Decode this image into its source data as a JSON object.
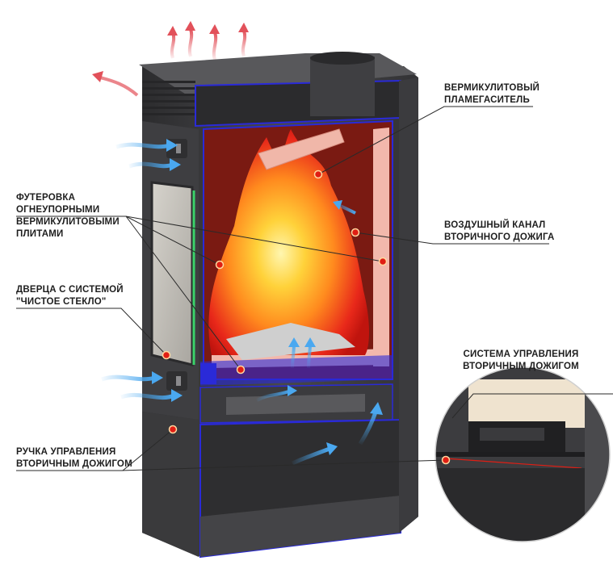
{
  "labels": {
    "vermiculite_damper": [
      "ВЕРМИКУЛИТОВЫЙ",
      "ПЛАМЕГАСИТЕЛЬ"
    ],
    "refractory_lining": [
      "ФУТЕРОВКА",
      "ОГНЕУПОРНЫМИ",
      "ВЕРМИКУЛИТОВЫМИ",
      "ПЛИТАМИ"
    ],
    "secondary_air_channel": [
      "ВОЗДУШНЫЙ КАНАЛ",
      "ВТОРИЧНОГО ДОЖИГА"
    ],
    "clean_glass_door": [
      "ДВЕРЦА С СИСТЕМОЙ",
      "\"ЧИСТОЕ СТЕКЛО\""
    ],
    "secondary_burn_control": [
      "СИСТЕМА УПРАВЛЕНИЯ",
      "ВТОРИЧНЫМ ДОЖИГОМ"
    ],
    "secondary_burn_handle": [
      "РУЧКА УПРАВЛЕНИЯ",
      "ВТОРИЧНЫМ ДОЖИГОМ"
    ]
  },
  "colors": {
    "body_dark": "#3a3a3c",
    "body_mid": "#4b4b4e",
    "outline_blue": "#2a2ad8",
    "firebrick": "#f2b8ac",
    "fire_core": "#ffd23a",
    "fire_edge": "#e8281a",
    "marker": "#e01e14",
    "air_blue": "#4aa8f0",
    "hot_air_red": "#e2515a",
    "glass_green": "#3bd26a"
  },
  "icons": [
    "hot-air-arrow-icon",
    "cold-air-arrow-icon",
    "callout-marker-icon"
  ]
}
